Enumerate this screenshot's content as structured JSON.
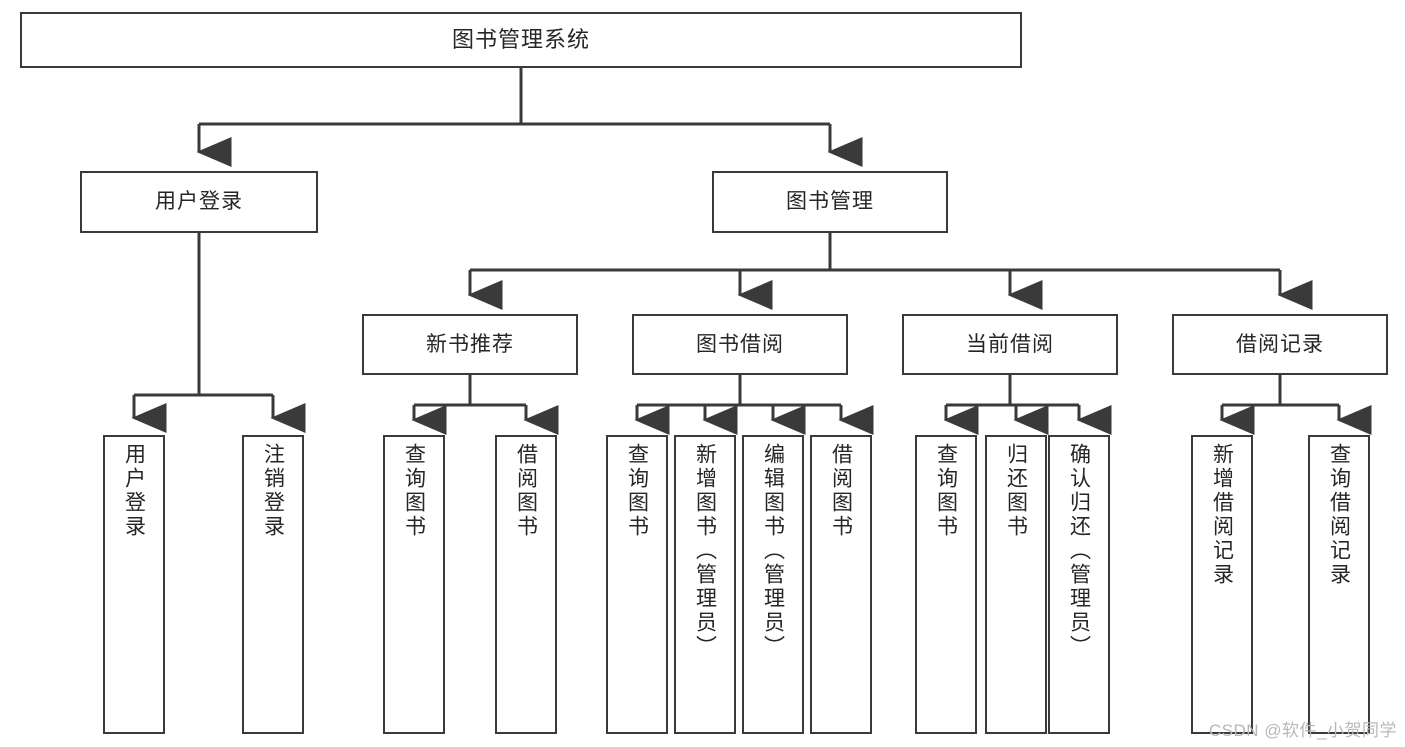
{
  "diagram": {
    "title": "图书管理系统",
    "type": "hierarchy-tree",
    "watermark": "CSDN @软件_小贺同学",
    "colors": {
      "box_border": "#3a3a3a",
      "box_fill": "#ffffff",
      "connector": "#3a3a3a",
      "text": "#262626",
      "watermark": "#b8b8b8",
      "background": "#ffffff"
    },
    "levels": {
      "root": [
        "图书管理系统"
      ],
      "level2": [
        "用户登录",
        "图书管理"
      ],
      "level3": [
        "新书推荐",
        "图书借阅",
        "当前借阅",
        "借阅记录"
      ],
      "level4": [
        "用户登录",
        "注销登录",
        "查询图书",
        "借阅图书",
        "查询图书",
        "新增图书（管理员）",
        "编辑图书（管理员）",
        "借阅图书",
        "查询图书",
        "归还图书",
        "确认归还（管理员）",
        "新增借阅记录",
        "查询借阅记录"
      ]
    },
    "nodes": {
      "root": {
        "label": "图书管理系统"
      },
      "user_login": {
        "label": "用户登录"
      },
      "book_manage": {
        "label": "图书管理"
      },
      "new_book_rec": {
        "label": "新书推荐"
      },
      "book_borrow": {
        "label": "图书借阅"
      },
      "current_borrow": {
        "label": "当前借阅"
      },
      "borrow_record": {
        "label": "借阅记录"
      },
      "leaf_user_login": {
        "label": "用户登录"
      },
      "leaf_logout": {
        "label": "注销登录"
      },
      "leaf_query_book_a": {
        "label": "查询图书"
      },
      "leaf_borrow_book_a": {
        "label": "借阅图书"
      },
      "leaf_query_book_b": {
        "label": "查询图书"
      },
      "leaf_add_book": {
        "label": "新增图书（管理员）"
      },
      "leaf_edit_book": {
        "label": "编辑图书（管理员）"
      },
      "leaf_borrow_book_b": {
        "label": "借阅图书"
      },
      "leaf_query_book_c": {
        "label": "查询图书"
      },
      "leaf_return_book": {
        "label": "归还图书"
      },
      "leaf_confirm_return": {
        "label": "确认归还（管理员）"
      },
      "leaf_add_record": {
        "label": "新增借阅记录"
      },
      "leaf_query_record": {
        "label": "查询借阅记录"
      }
    }
  }
}
